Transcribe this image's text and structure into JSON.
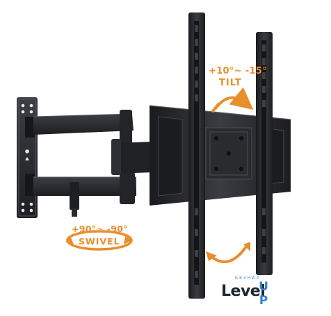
{
  "product": {
    "tilt_range": "+10°~ -15°",
    "tilt_label": "TILT",
    "swivel_range": "+90°~ -90°",
    "swivel_label": "SWIVEL"
  },
  "logo": {
    "sub": "БЕЗНАЛ",
    "main": "Level",
    "accent": "UP"
  },
  "colors": {
    "accent": "#ea8e2c",
    "metal": "#2b2c30",
    "logo_blue": "#3a84c9"
  }
}
